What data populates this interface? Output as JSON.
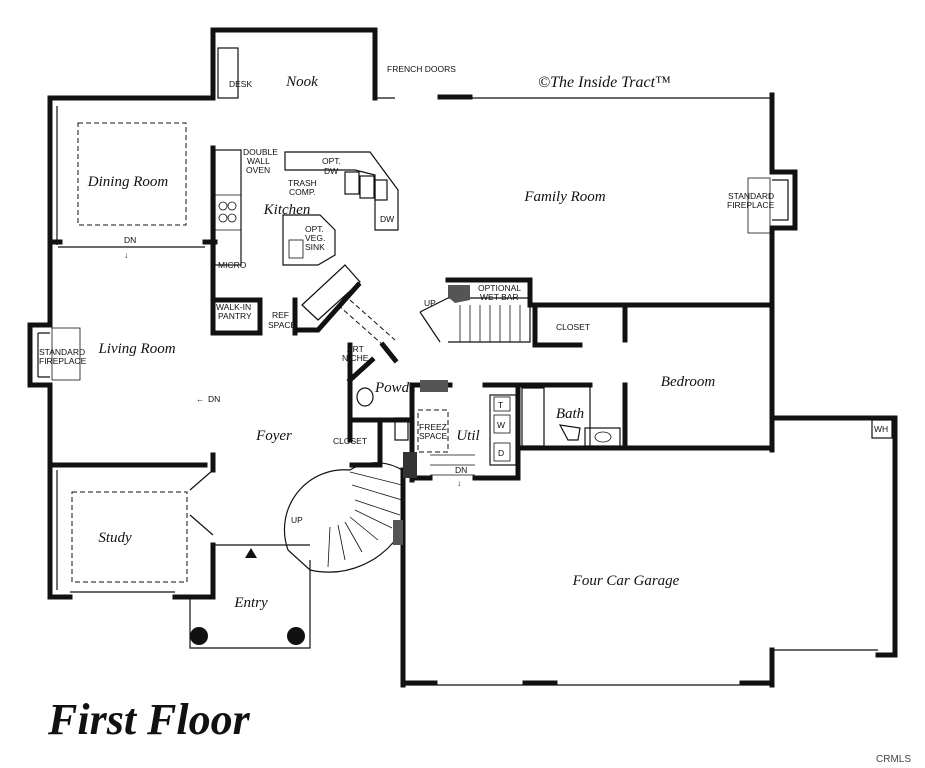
{
  "copyright": "©The Inside Tract™",
  "title": "First Floor",
  "watermark": "CRMLS",
  "rooms": {
    "nook": "Nook",
    "dining_room": "Dining Room",
    "kitchen": "Kitchen",
    "family_room": "Family Room",
    "living_room": "Living Room",
    "foyer": "Foyer",
    "powder": "Powde",
    "util": "Util",
    "bath": "Bath",
    "bedroom": "Bedroom",
    "study": "Study",
    "entry": "Entry",
    "garage": "Four Car Garage"
  },
  "labels": {
    "desk": "DESK",
    "french_doors": "FRENCH DOORS",
    "double_wall_oven_1": "DOUBLE",
    "double_wall_oven_2": "WALL",
    "double_wall_oven_3": "OVEN",
    "opt_dw_1": "OPT.",
    "opt_dw_2": "DW",
    "trash_comp_1": "TRASH",
    "trash_comp_2": "COMP.",
    "dw": "DW",
    "opt_veg_sink_1": "OPT.",
    "opt_veg_sink_2": "VEG.",
    "opt_veg_sink_3": "SINK",
    "micro": "MICRO",
    "walk_in_pantry_1": "WALK-IN",
    "walk_in_pantry_2": "PANTRY",
    "ref_space_1": "REF",
    "ref_space_2": "SPACE",
    "art_niche_1": "ART",
    "art_niche_2": "NICHE",
    "closet_foyer": "CLOSET",
    "closet_bedroom": "CLOSET",
    "optional_wet_bar_1": "OPTIONAL",
    "optional_wet_bar_2": "WET BAR",
    "standard_fireplace_family_1": "STANDARD",
    "standard_fireplace_family_2": "FIREPLACE",
    "standard_fireplace_living_1": "STANDARD",
    "standard_fireplace_living_2": "FIREPLACE",
    "freez_space_1": "FREEZ.",
    "freez_space_2": "SPACE",
    "washer_t": "T",
    "washer_w": "W",
    "washer_d": "D",
    "wh": "WH",
    "dn_dining": "DN",
    "dn_living": "DN",
    "dn_util": "DN",
    "up_wetbar": "UP",
    "up_foyer": "UP"
  }
}
